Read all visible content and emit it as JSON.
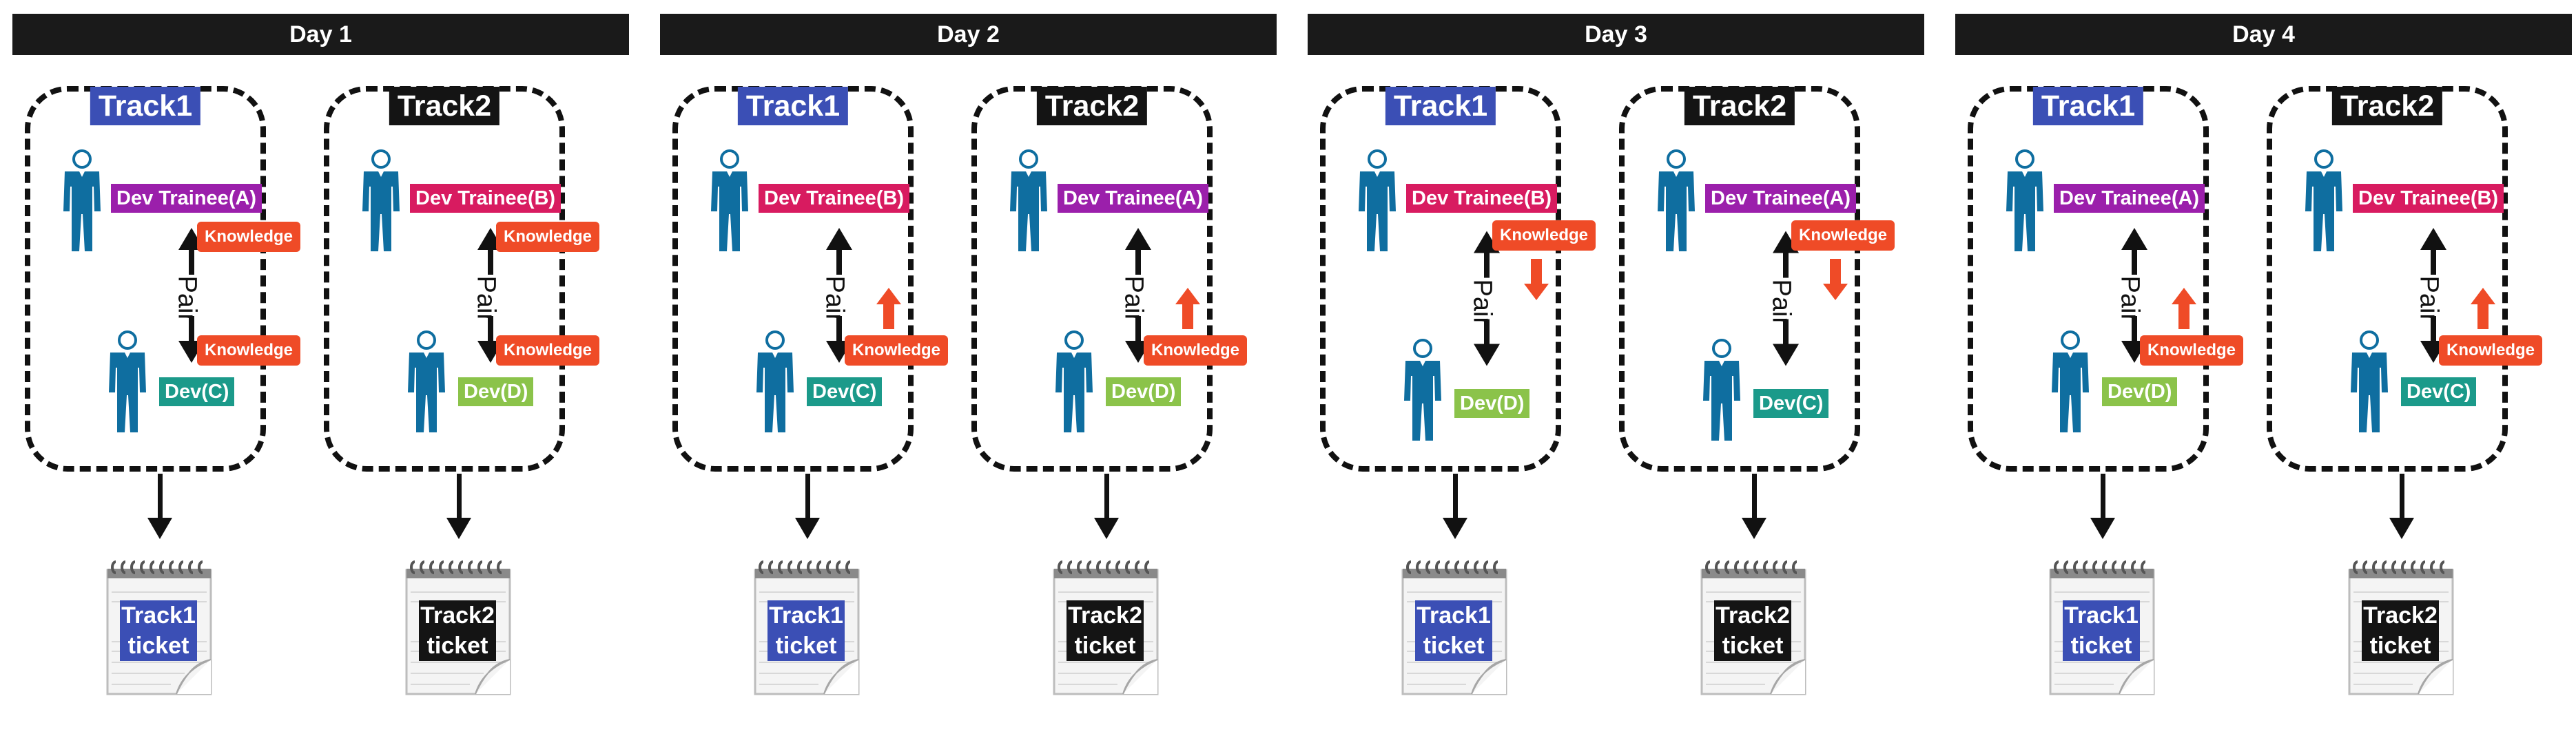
{
  "days": [
    {
      "title": "Day 1",
      "tracks": [
        {
          "label": "Track1",
          "trainee": "Dev Trainee(A)",
          "dev": "Dev(C)",
          "pair": "Pair",
          "knowledge": [
            "Knowledge",
            "Knowledge"
          ],
          "ticket": [
            "Track1",
            "ticket"
          ]
        },
        {
          "label": "Track2",
          "trainee": "Dev Trainee(B)",
          "dev": "Dev(D)",
          "pair": "Pair",
          "knowledge": [
            "Knowledge",
            "Knowledge"
          ],
          "ticket": [
            "Track2",
            "ticket"
          ]
        }
      ]
    },
    {
      "title": "Day 2",
      "tracks": [
        {
          "label": "Track1",
          "trainee": "Dev Trainee(B)",
          "dev": "Dev(C)",
          "pair": "Pair",
          "knowledge": [
            "Knowledge"
          ],
          "ticket": [
            "Track1",
            "ticket"
          ]
        },
        {
          "label": "Track2",
          "trainee": "Dev Trainee(A)",
          "dev": "Dev(D)",
          "pair": "Pair",
          "knowledge": [
            "Knowledge"
          ],
          "ticket": [
            "Track2",
            "ticket"
          ]
        }
      ]
    },
    {
      "title": "Day 3",
      "tracks": [
        {
          "label": "Track1",
          "trainee": "Dev Trainee(B)",
          "dev": "Dev(D)",
          "pair": "Pair",
          "knowledge": [
            "Knowledge"
          ],
          "ticket": [
            "Track1",
            "ticket"
          ]
        },
        {
          "label": "Track2",
          "trainee": "Dev Trainee(A)",
          "dev": "Dev(C)",
          "pair": "Pair",
          "knowledge": [
            "Knowledge"
          ],
          "ticket": [
            "Track2",
            "ticket"
          ]
        }
      ]
    },
    {
      "title": "Day 4",
      "tracks": [
        {
          "label": "Track1",
          "trainee": "Dev Trainee(A)",
          "dev": "Dev(D)",
          "pair": "Pair",
          "knowledge": [
            "Knowledge"
          ],
          "ticket": [
            "Track1",
            "ticket"
          ]
        },
        {
          "label": "Track2",
          "trainee": "Dev Trainee(B)",
          "dev": "Dev(C)",
          "pair": "Pair",
          "knowledge": [
            "Knowledge"
          ],
          "ticket": [
            "Track2",
            "ticket"
          ]
        }
      ]
    }
  ],
  "colors": {
    "track1": "#3b4fb5",
    "track2": "#141414",
    "trainee_a": "#9b1fab",
    "trainee_b": "#d81b60",
    "dev_c": "#1b9a8a",
    "dev_d": "#8bc34a",
    "knowledge": "#ef4b27",
    "person": "#0f6ea0"
  },
  "icons": [
    "person-icon",
    "notepad-icon",
    "knowledge-up-arrow-icon",
    "knowledge-down-arrow-icon",
    "pair-double-arrow-icon",
    "down-arrow-icon"
  ]
}
